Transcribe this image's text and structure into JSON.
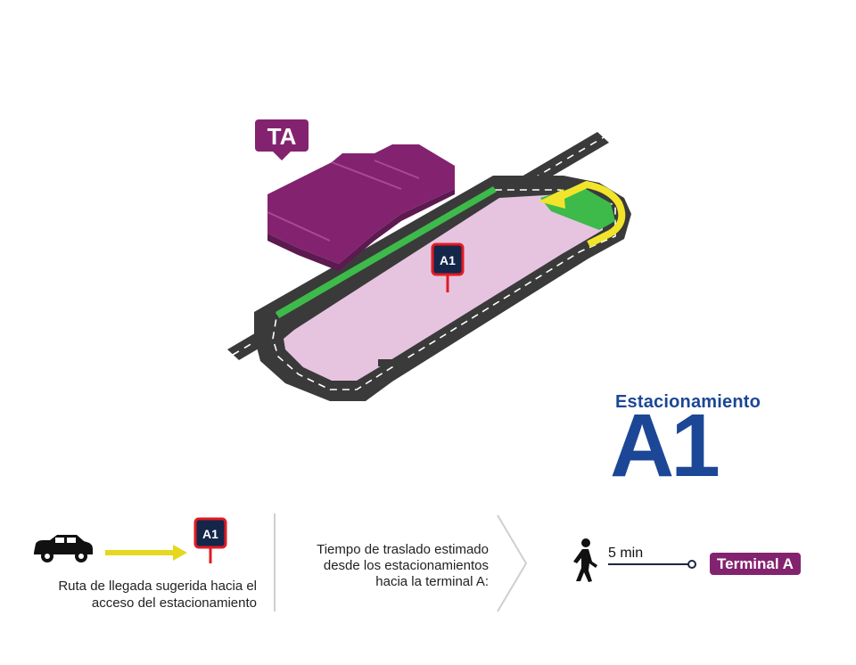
{
  "map": {
    "terminal_tag": "TA",
    "parking_pin": "A1",
    "colors": {
      "terminal": "#83236f",
      "road": "#3a3a3a",
      "parking_lot": "#e6c4e0",
      "lane_green": "#3dba4a",
      "route_yellow": "#f2e42b",
      "pin_border": "#e21b22",
      "pin_fill": "#14264a"
    }
  },
  "heading": {
    "label": "Estacionamiento",
    "code": "A1",
    "color": "#1b4796"
  },
  "legend": {
    "vehicle_icon": "car-icon",
    "route_arrow_icon": "arrow-right-icon",
    "route_pin": "A1",
    "route_text_line1": "Ruta de llegada sugerida hacia el",
    "route_text_line2": "acceso del estacionamiento",
    "time_text_line1": "Tiempo de traslado estimado",
    "time_text_line2": "desde los estacionamientos",
    "time_text_line3": "hacia la terminal A:",
    "walk_icon": "walking-person-icon",
    "walk_time": "5 min",
    "destination": "Terminal A"
  }
}
